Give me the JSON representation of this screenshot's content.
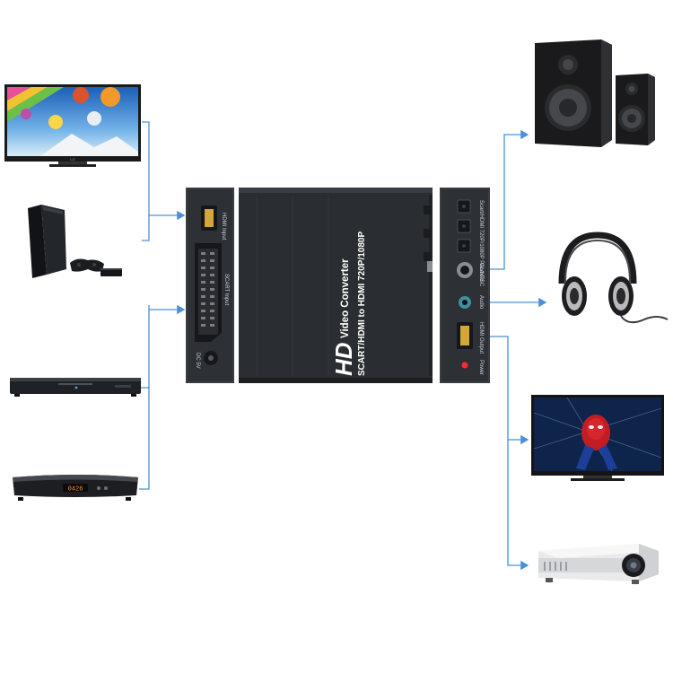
{
  "converter": {
    "logo": "HD",
    "title": "Video Converter",
    "subtitle": "SCART/HDMI to HDMI 720P/1080P"
  },
  "input_panel": {
    "hdmi_label": "HDMI Input",
    "scart_label": "SCART Input",
    "dc_label": "DC 5V"
  },
  "output_panel": {
    "switch_label": "Scart/HDMI  720P/1080P  PAL/NTSC",
    "coaxial_label": "Coaxial",
    "audio_label": "Audio",
    "hdmi_out_label": "HDMI Output",
    "power_label": "Power"
  },
  "tv_left": {
    "logo": "LG"
  },
  "dvd": {
    "display": "0426"
  },
  "colors": {
    "arrow": "#4a90d9",
    "device": "#2b2e33"
  }
}
